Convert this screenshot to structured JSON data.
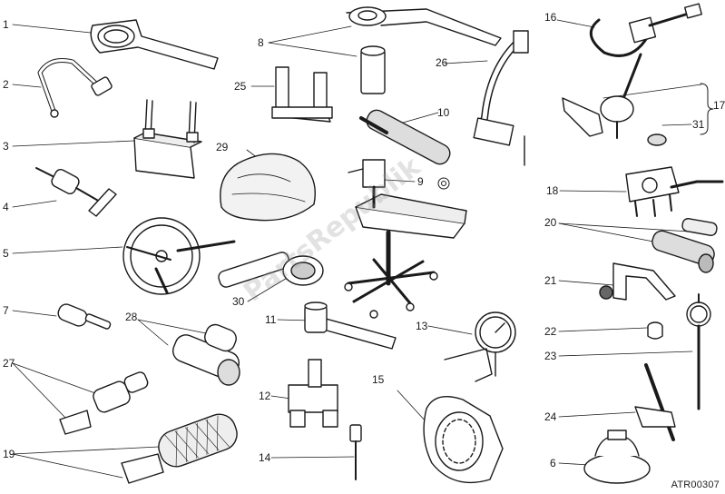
{
  "diagram": {
    "drawing_code": "ATR00307",
    "watermark_text": "PartsRepublik",
    "callouts": [
      {
        "id": "1",
        "text": "1"
      },
      {
        "id": "2",
        "text": "2"
      },
      {
        "id": "3",
        "text": "3"
      },
      {
        "id": "4",
        "text": "4"
      },
      {
        "id": "5",
        "text": "5"
      },
      {
        "id": "6",
        "text": "6"
      },
      {
        "id": "7",
        "text": "7"
      },
      {
        "id": "8",
        "text": "8"
      },
      {
        "id": "9",
        "text": "9"
      },
      {
        "id": "10",
        "text": "10"
      },
      {
        "id": "11",
        "text": "11"
      },
      {
        "id": "12",
        "text": "12"
      },
      {
        "id": "13",
        "text": "13"
      },
      {
        "id": "14",
        "text": "14"
      },
      {
        "id": "15",
        "text": "15"
      },
      {
        "id": "16",
        "text": "16"
      },
      {
        "id": "17",
        "text": "17"
      },
      {
        "id": "18",
        "text": "18"
      },
      {
        "id": "19",
        "text": "19"
      },
      {
        "id": "20",
        "text": "20"
      },
      {
        "id": "21",
        "text": "21"
      },
      {
        "id": "22",
        "text": "22"
      },
      {
        "id": "23",
        "text": "23"
      },
      {
        "id": "24",
        "text": "24"
      },
      {
        "id": "25",
        "text": "25"
      },
      {
        "id": "26",
        "text": "26"
      },
      {
        "id": "27",
        "text": "27"
      },
      {
        "id": "28",
        "text": "28"
      },
      {
        "id": "29",
        "text": "29"
      },
      {
        "id": "30",
        "text": "30"
      },
      {
        "id": "31",
        "text": "31"
      }
    ],
    "colors": {
      "line": "#1a1a1a",
      "fill": "#ffffff",
      "shade": "#cfcfcf",
      "dark": "#555555"
    }
  }
}
